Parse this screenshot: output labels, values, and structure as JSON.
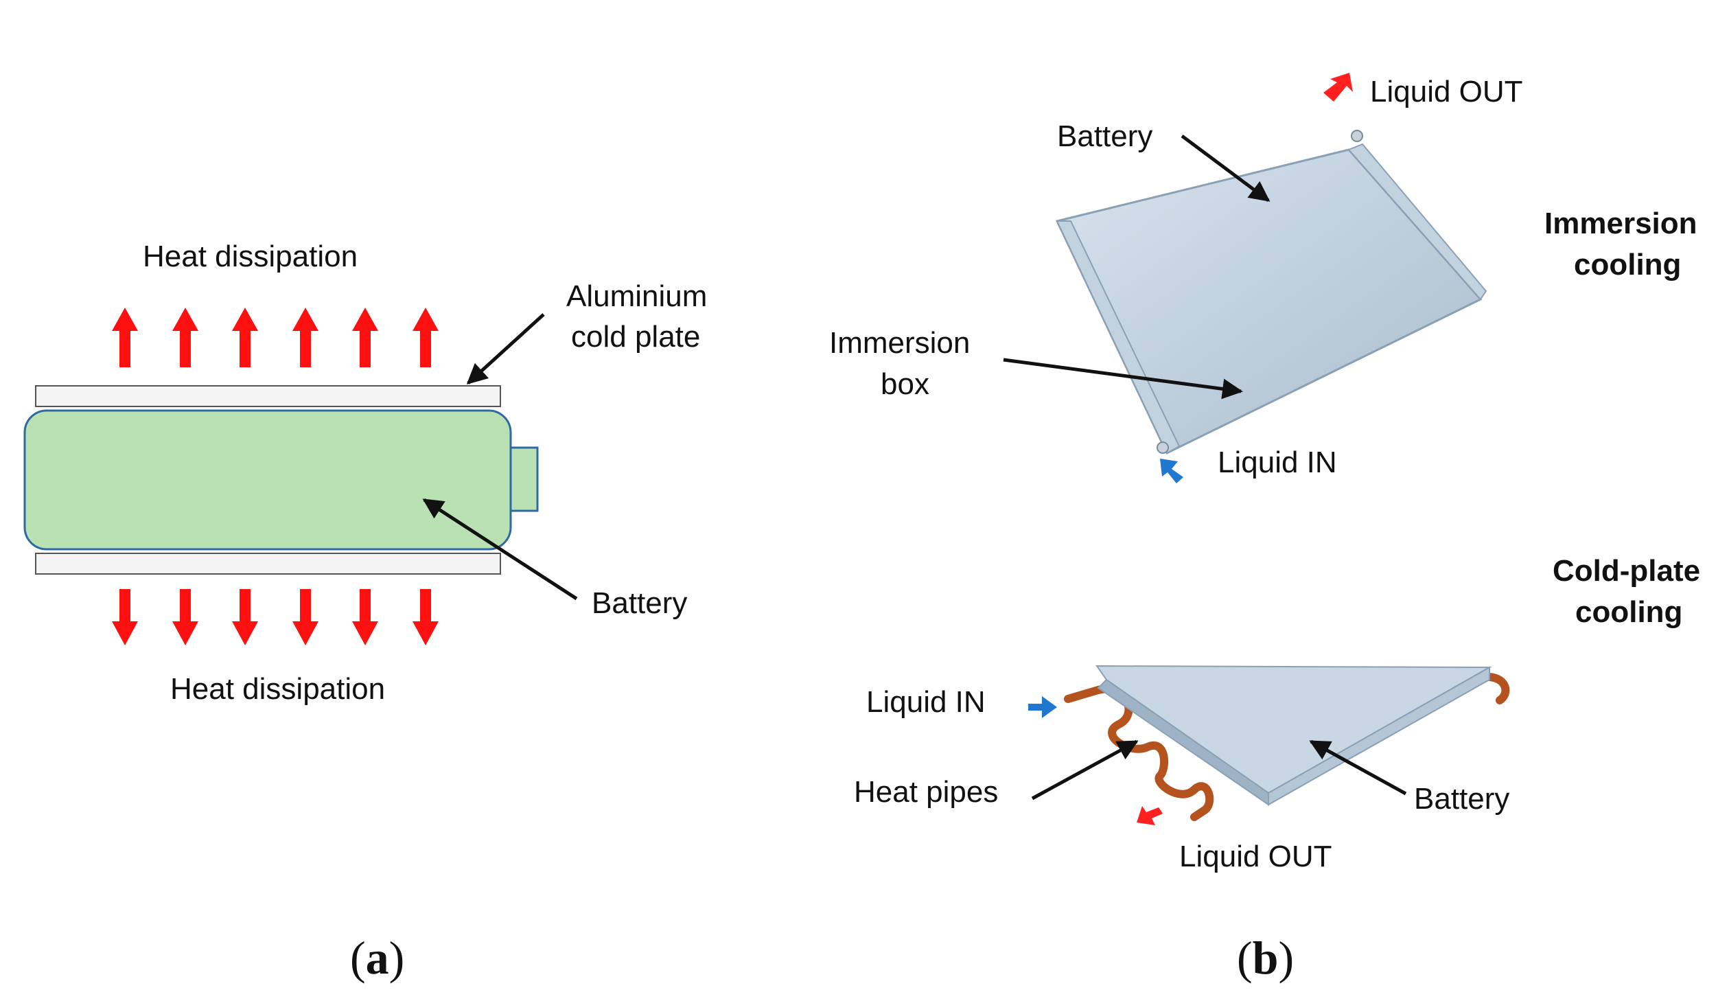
{
  "panel_a": {
    "label_top": "Heat dissipation",
    "label_bottom": "Heat dissipation",
    "plate_line1": "Aluminium",
    "plate_line2": "cold plate",
    "battery_label": "Battery",
    "caption_open": "(",
    "caption_letter": "a",
    "caption_close": ")"
  },
  "panel_b": {
    "immersion": {
      "title_line1": "Immersion",
      "title_line2": "cooling",
      "battery_label": "Battery",
      "box_line1": "Immersion",
      "box_line2": "box",
      "liquid_out": "Liquid OUT",
      "liquid_in": "Liquid IN"
    },
    "coldplate": {
      "title_line1": "Cold-plate",
      "title_line2": "cooling",
      "liquid_in": "Liquid IN",
      "heat_pipes": "Heat pipes",
      "battery_label": "Battery",
      "liquid_out": "Liquid OUT"
    },
    "caption_open": "(",
    "caption_letter": "b",
    "caption_close": ")"
  },
  "colors": {
    "heat_arrow": "#ff1010",
    "battery_fill": "#b9e1b4",
    "battery_stroke": "#2f6aa3",
    "cell_top": "#27b765",
    "cell_side": "#1b8a4c",
    "inlet_arrow": "#1f77d0",
    "outlet_arrow": "#ff2020",
    "pipe": "#b5531f"
  }
}
